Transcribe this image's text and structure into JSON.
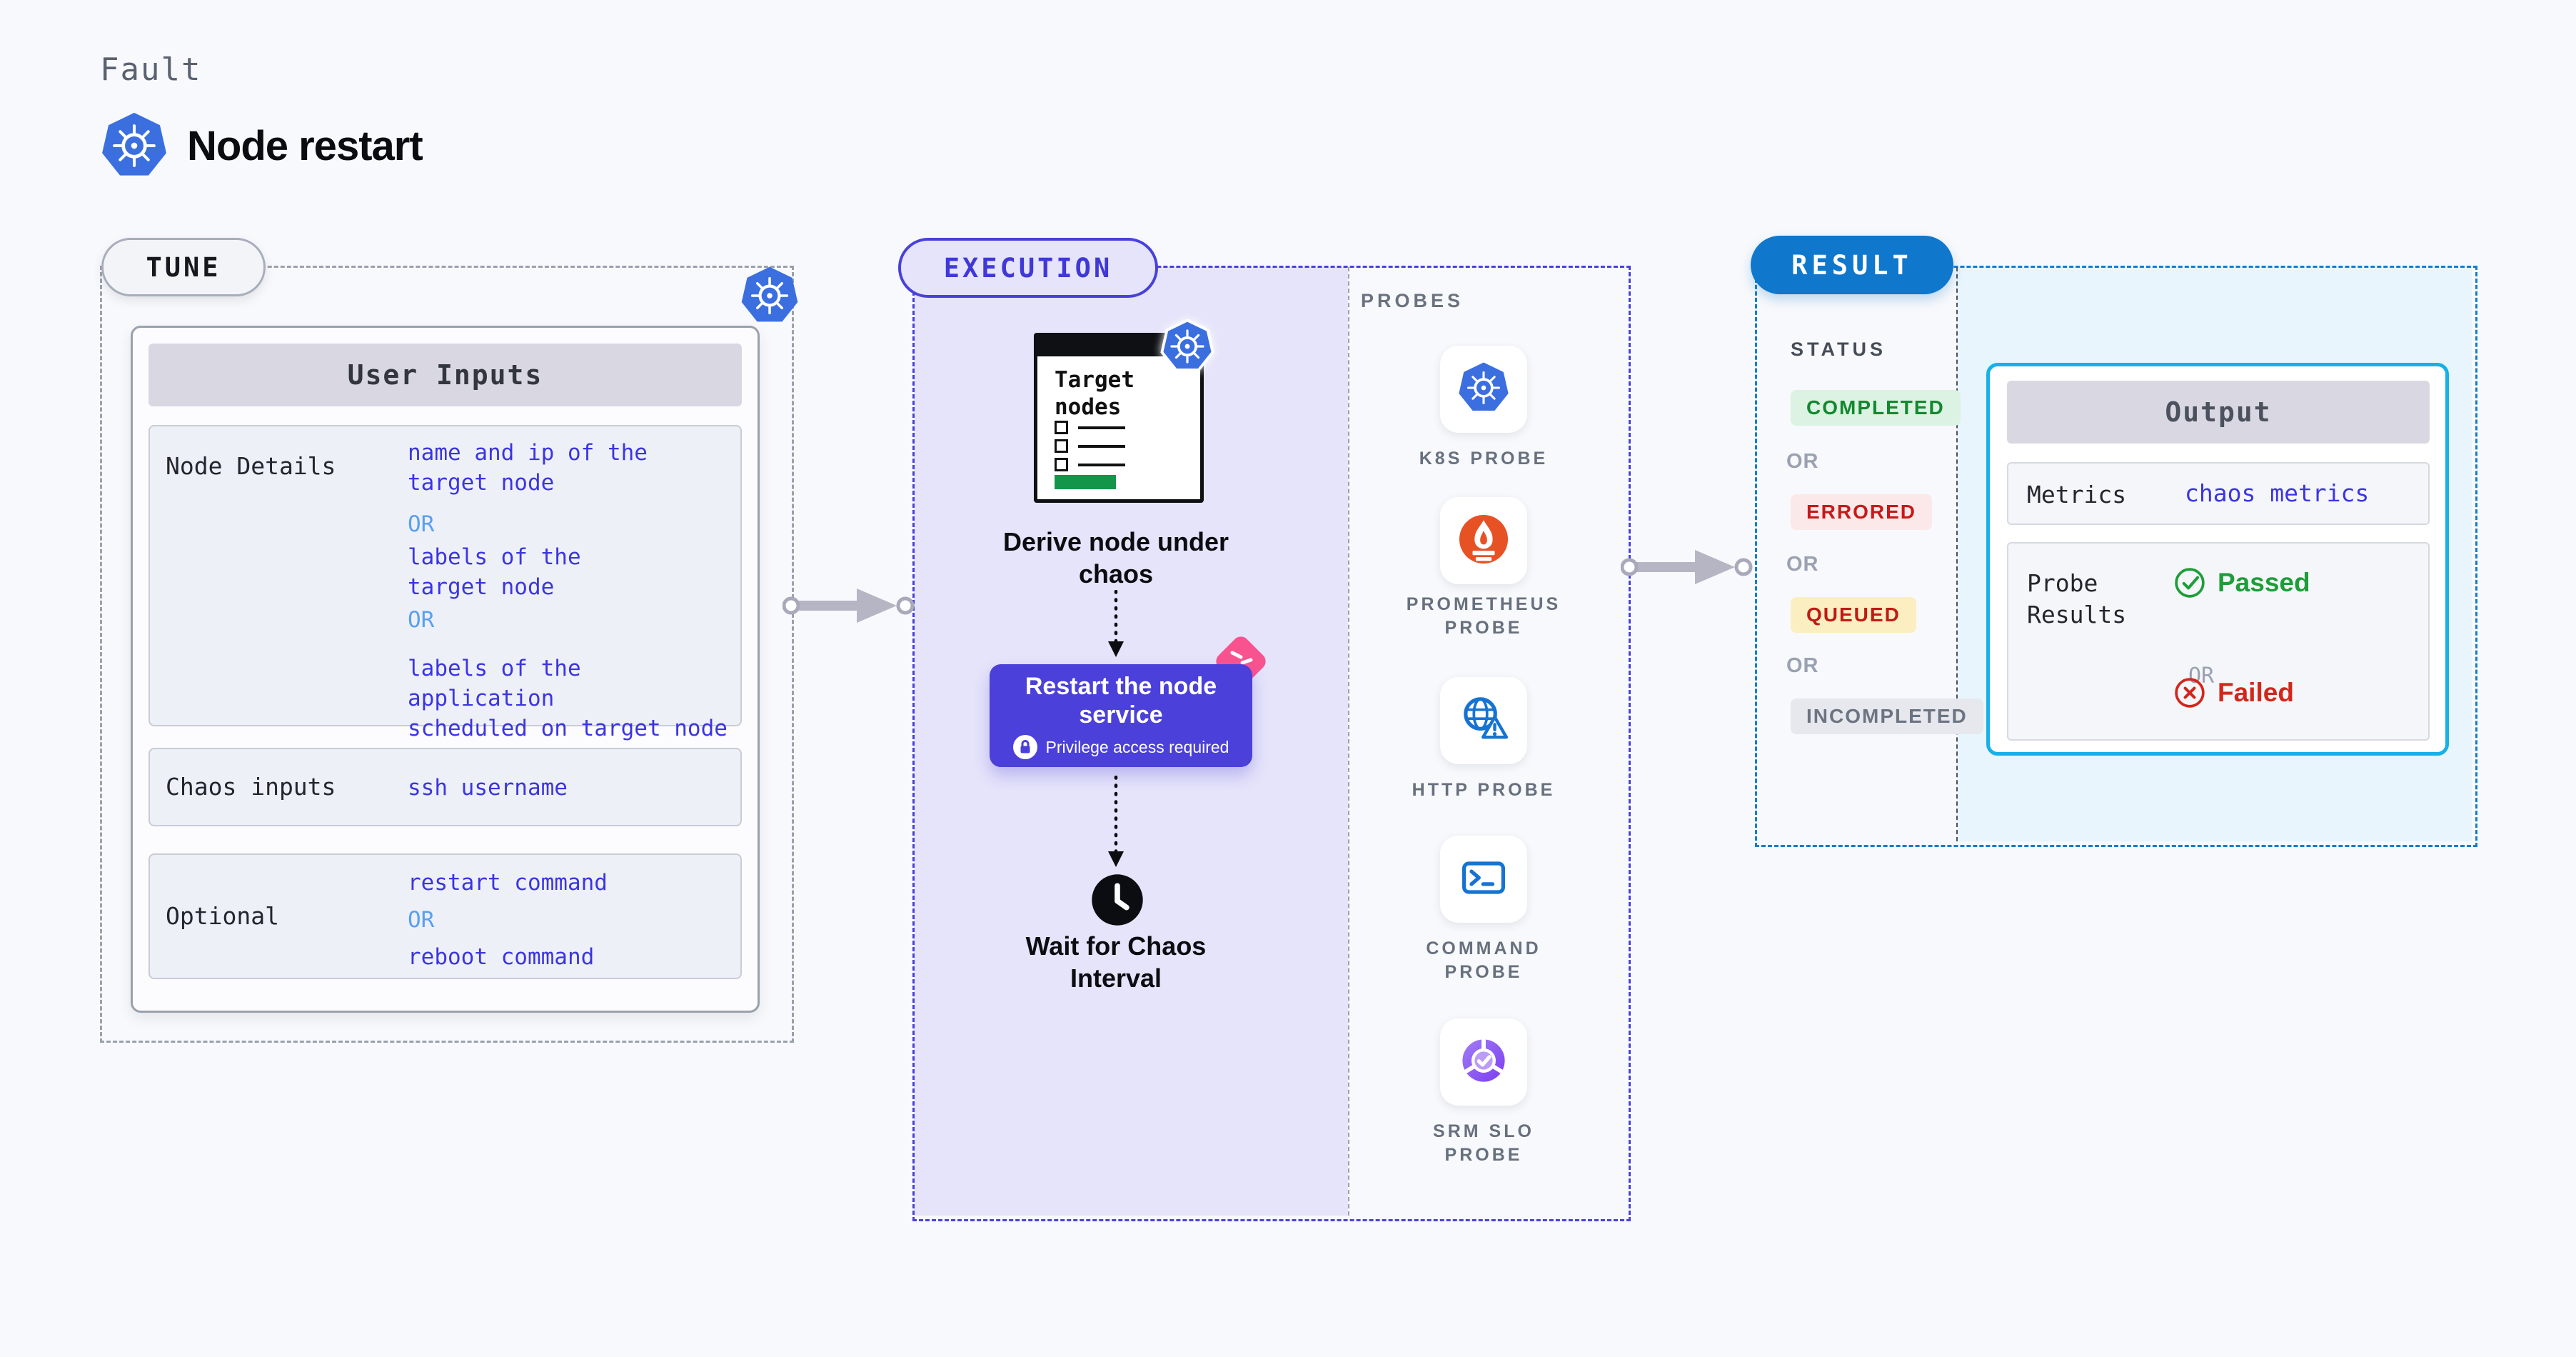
{
  "header": {
    "eyebrow": "Fault",
    "title": "Node restart"
  },
  "tune": {
    "badge": "TUNE",
    "card_title": "User Inputs",
    "rows": [
      {
        "label": "Node Details",
        "values": [
          {
            "text": "name and ip of the\ntarget node",
            "type": "primary"
          },
          {
            "text": "OR",
            "type": "or"
          },
          {
            "text": "labels of the\ntarget node",
            "type": "primary"
          },
          {
            "text": "OR",
            "type": "or"
          },
          {
            "text": "labels of the application\nscheduled on target node",
            "type": "primary"
          }
        ]
      },
      {
        "label": "Chaos inputs",
        "values": [
          {
            "text": "ssh username",
            "type": "primary"
          }
        ]
      },
      {
        "label": "Optional",
        "values": [
          {
            "text": "restart command",
            "type": "primary"
          },
          {
            "text": "OR",
            "type": "or"
          },
          {
            "text": "reboot command",
            "type": "primary"
          }
        ]
      }
    ]
  },
  "execution": {
    "badge": "EXECUTION",
    "target_card_title": "Target nodes",
    "step1_caption": "Derive node under chaos",
    "action_title": "Restart the node service",
    "action_caption": "Privilege access required",
    "step3_caption": "Wait for Chaos Interval"
  },
  "probes": {
    "title": "PROBES",
    "items": [
      {
        "label": "K8S PROBE",
        "icon": "kubernetes-icon"
      },
      {
        "label": "PROMETHEUS\nPROBE",
        "icon": "prometheus-icon"
      },
      {
        "label": "HTTP PROBE",
        "icon": "http-globe-warning-icon"
      },
      {
        "label": "COMMAND\nPROBE",
        "icon": "terminal-icon"
      },
      {
        "label": "SRM SLO\nPROBE",
        "icon": "slo-pie-check-icon"
      }
    ]
  },
  "result": {
    "badge": "RESULT",
    "status": {
      "title": "STATUS",
      "items": [
        {
          "text": "COMPLETED",
          "type": "badge-green"
        },
        {
          "text": "OR",
          "type": "or"
        },
        {
          "text": "ERRORED",
          "type": "badge-red"
        },
        {
          "text": "OR",
          "type": "or"
        },
        {
          "text": "QUEUED",
          "type": "badge-yellow"
        },
        {
          "text": "OR",
          "type": "or"
        },
        {
          "text": "INCOMPLETED",
          "type": "badge-gray"
        }
      ]
    },
    "output": {
      "title": "Output",
      "metrics_label": "Metrics",
      "metrics_value": "chaos metrics",
      "probe_label": "Probe\nResults",
      "passed_text": "Passed",
      "or_text": "OR",
      "failed_text": "Failed"
    }
  },
  "colors": {
    "page_bg": "#f8f9fc",
    "blue_text": "#3b35e2",
    "or_blue": "#59a0f0",
    "execution_accent": "#4941da",
    "execution_fill": "#e5e4fa",
    "result_accent": "#0f77cc",
    "result_fill": "#e8f5fc",
    "output_border": "#17b0e8",
    "button_purple": "#4b40d9",
    "chaos_pink": "#f9538f",
    "kubernetes_blue": "#3b6fe0",
    "prometheus_orange": "#e75225",
    "passed_green": "#1d9e38",
    "failed_red": "#d3261b",
    "completed_green": "#12892f",
    "errored_red": "#c51a1a",
    "queued_red": "#bf1b15",
    "incompleted_gray": "#6c7482",
    "target_green_bar": "#14964a"
  }
}
